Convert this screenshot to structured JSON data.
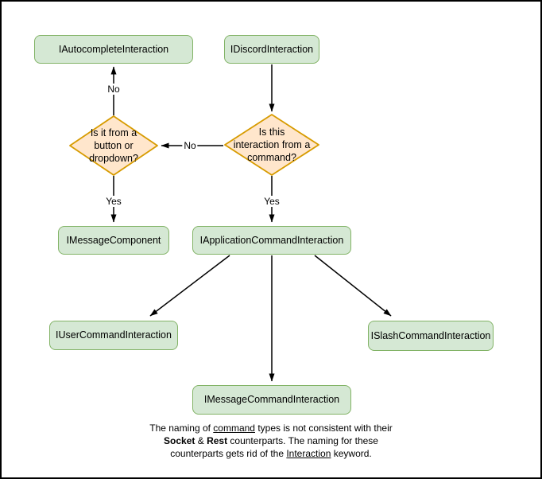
{
  "diagram": {
    "nodes": {
      "autocomplete": {
        "label": "IAutocompleteInteraction"
      },
      "discord": {
        "label": "IDiscordInteraction"
      },
      "message_component": {
        "label": "IMessageComponent"
      },
      "application_command": {
        "label": "IApplicationCommandInteraction"
      },
      "user_command": {
        "label": "IUserCommandInteraction"
      },
      "slash_command": {
        "label": "ISlashCommandInteraction"
      },
      "message_command": {
        "label": "IMessageCommandInteraction"
      }
    },
    "decisions": {
      "from_command": {
        "lines": [
          "Is this",
          "interaction from a",
          "command?"
        ]
      },
      "from_component": {
        "lines": [
          "Is it from a",
          "button or",
          "dropdown?"
        ]
      }
    },
    "edge_labels": {
      "no_to_autocomplete": "No",
      "no_to_component_decision": "No",
      "yes_to_message_component": "Yes",
      "yes_to_application_command": "Yes"
    },
    "note": {
      "line1": [
        "The naming of ",
        "command",
        " types is not consistent with their"
      ],
      "line2": [
        "Socket",
        " & ",
        "Rest",
        " counterparts. The naming for these"
      ],
      "line3": [
        "counterparts gets rid of the ",
        "Interaction",
        " keyword."
      ]
    },
    "colors": {
      "node_fill": "#d5e8d4",
      "node_stroke": "#82b366",
      "decision_fill": "#ffe6cc",
      "decision_stroke": "#d79b00",
      "connector": "#000000"
    }
  }
}
